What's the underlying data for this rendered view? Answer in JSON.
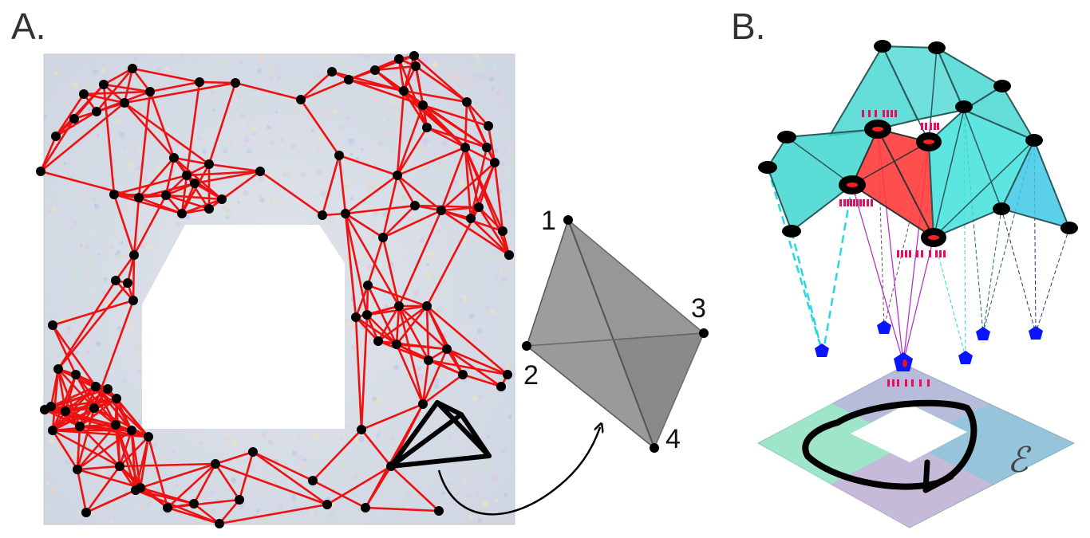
{
  "panels": [
    {
      "label": "A."
    },
    {
      "label": "B."
    }
  ],
  "tetrahedron_vertices": [
    "1",
    "2",
    "3",
    "4"
  ],
  "environment_symbol": "ℰ",
  "colors": {
    "edges": "#ee1111",
    "nodes": "#000000",
    "simplex": "#7a7a7a",
    "simplex_face_b": "#3fd6d0",
    "highlight_face": "#ff3b3b",
    "pentagon": "#0a14ff",
    "spike_marks": "#e0105a",
    "magenta_lines": "#b026c9",
    "cyan_lines": "#2ad7df"
  }
}
